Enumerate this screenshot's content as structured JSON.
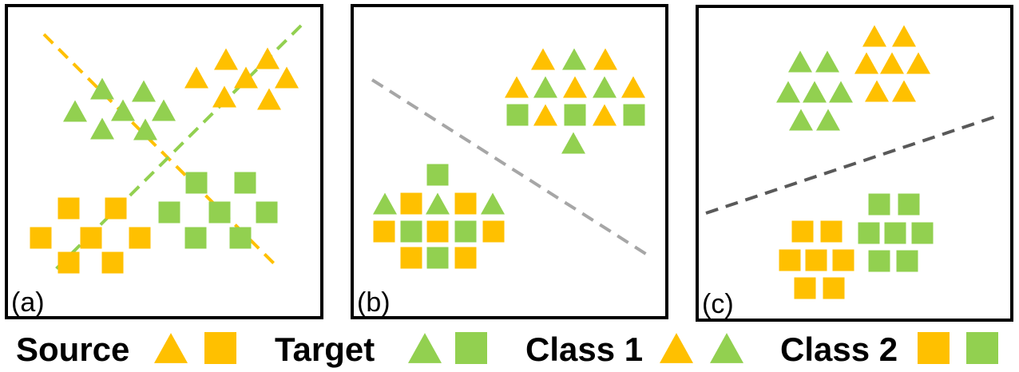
{
  "colors": {
    "source": "#FFC000",
    "target": "#92D050",
    "boundary_a_source": "#FFC000",
    "boundary_a_target": "#92D050",
    "boundary_b": "#A6A6A6",
    "boundary_c": "#595959",
    "frame": "#000000"
  },
  "panels": [
    {
      "id": "a",
      "label": "(a)",
      "boundaries": [
        {
          "name": "source-boundary",
          "color": "source"
        },
        {
          "name": "target-boundary",
          "color": "target"
        }
      ]
    },
    {
      "id": "b",
      "label": "(b)",
      "boundaries": [
        {
          "name": "shared-boundary",
          "color": "gray"
        }
      ]
    },
    {
      "id": "c",
      "label": "(c)",
      "boundaries": [
        {
          "name": "shared-boundary",
          "color": "dark-gray"
        }
      ]
    }
  ],
  "legend": [
    {
      "label": "Source",
      "markers": [
        {
          "shape": "triangle",
          "color": "source"
        },
        {
          "shape": "square",
          "color": "source"
        }
      ]
    },
    {
      "label": "Target",
      "markers": [
        {
          "shape": "triangle",
          "color": "target"
        },
        {
          "shape": "square",
          "color": "target"
        }
      ]
    },
    {
      "label": "Class 1",
      "markers": [
        {
          "shape": "triangle",
          "color": "source"
        },
        {
          "shape": "triangle",
          "color": "target"
        }
      ]
    },
    {
      "label": "Class 2",
      "markers": [
        {
          "shape": "square",
          "color": "source"
        },
        {
          "shape": "square",
          "color": "target"
        }
      ]
    }
  ]
}
